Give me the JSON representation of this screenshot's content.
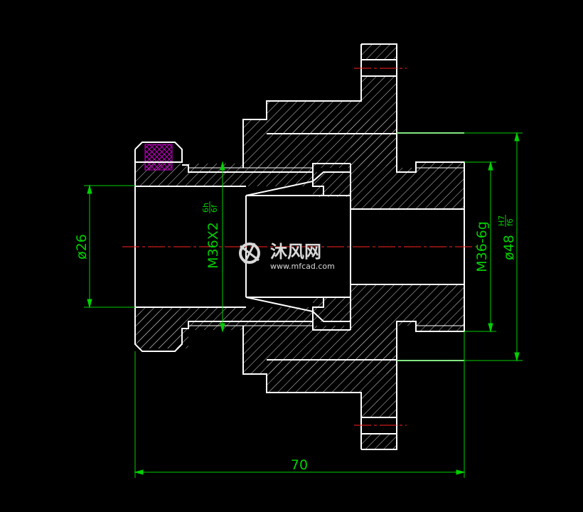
{
  "drawing": {
    "colors": {
      "background": "#000000",
      "outline": "#ffffff",
      "hatch": "#cfcfcf",
      "dimension": "#00d000",
      "centerline": "#ff2020",
      "seal": "#c000c0"
    },
    "dimensions": {
      "overall_length": "70",
      "bore_diameter": "ø26",
      "inner_thread": "M36X2",
      "inner_thread_tol_top": "6h",
      "inner_thread_tol_bottom": "6f",
      "outer_thread": "M36-6g",
      "pilot_diameter": "ø48",
      "pilot_tol_top": "H7",
      "pilot_tol_bottom": "f6"
    },
    "watermark": {
      "name": "沐风网",
      "url": "www.mfcad.com"
    }
  }
}
